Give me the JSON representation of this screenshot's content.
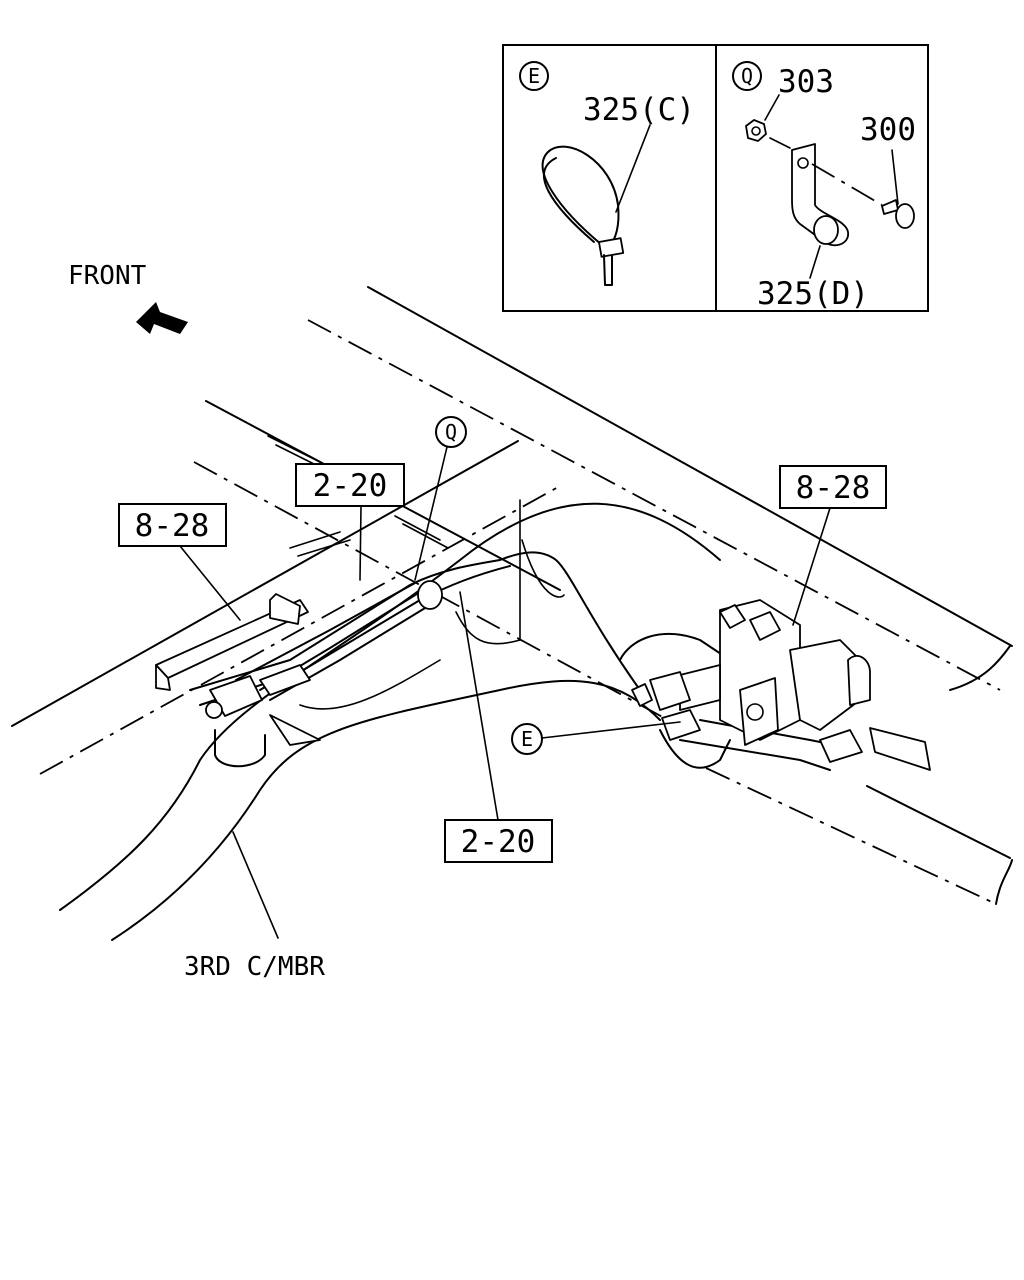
{
  "front_label": "FRONT",
  "crossmember_label": "3RD C/MBR",
  "detail_panel": {
    "left_marker": "E",
    "left_part": "325(C)",
    "right_marker": "Q",
    "right_parts": {
      "nut": "303",
      "bolt": "300",
      "clip": "325(D)"
    }
  },
  "callouts": {
    "ref_2_20_top": "2-20",
    "ref_2_20_bottom": "2-20",
    "ref_8_28_left": "8-28",
    "ref_8_28_right": "8-28",
    "marker_q": "Q",
    "marker_e": "E"
  }
}
